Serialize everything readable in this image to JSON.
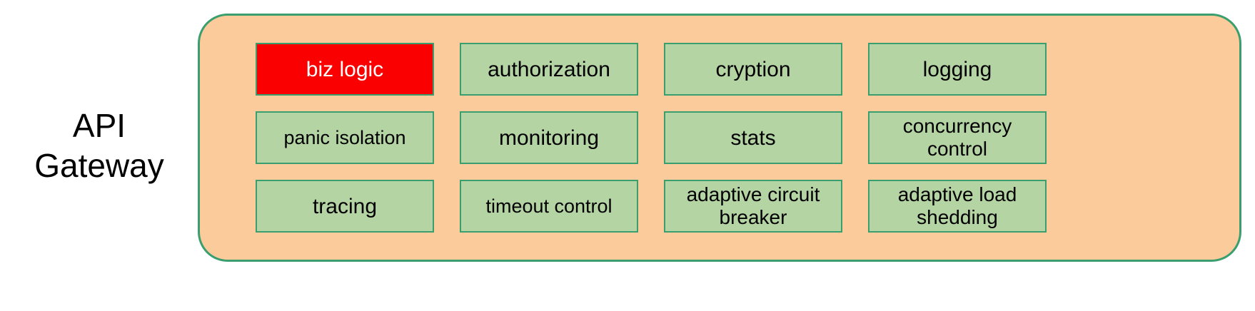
{
  "diagram": {
    "side_label": "API\nGateway",
    "container": {
      "fill": "#fbcb9b",
      "border": "#3a9e6e"
    },
    "box_styles": {
      "default_fill": "#b4d4a4",
      "default_border": "#3a9e6e",
      "default_text": "#000000",
      "highlight_fill": "#fa0000",
      "highlight_text": "#ffffff"
    },
    "capabilities": [
      {
        "label": "biz logic",
        "highlight": true,
        "lines": 1
      },
      {
        "label": "authorization",
        "highlight": false,
        "lines": 1
      },
      {
        "label": "cryption",
        "highlight": false,
        "lines": 1
      },
      {
        "label": "logging",
        "highlight": false,
        "lines": 1
      },
      {
        "label": "panic isolation",
        "highlight": false,
        "lines": 1
      },
      {
        "label": "monitoring",
        "highlight": false,
        "lines": 1
      },
      {
        "label": "stats",
        "highlight": false,
        "lines": 1
      },
      {
        "label": "concurrency\ncontrol",
        "highlight": false,
        "lines": 2
      },
      {
        "label": "tracing",
        "highlight": false,
        "lines": 1
      },
      {
        "label": "timeout control",
        "highlight": false,
        "lines": 1
      },
      {
        "label": "adaptive circuit\nbreaker",
        "highlight": false,
        "lines": 2
      },
      {
        "label": "adaptive load\nshedding",
        "highlight": false,
        "lines": 2
      }
    ]
  }
}
